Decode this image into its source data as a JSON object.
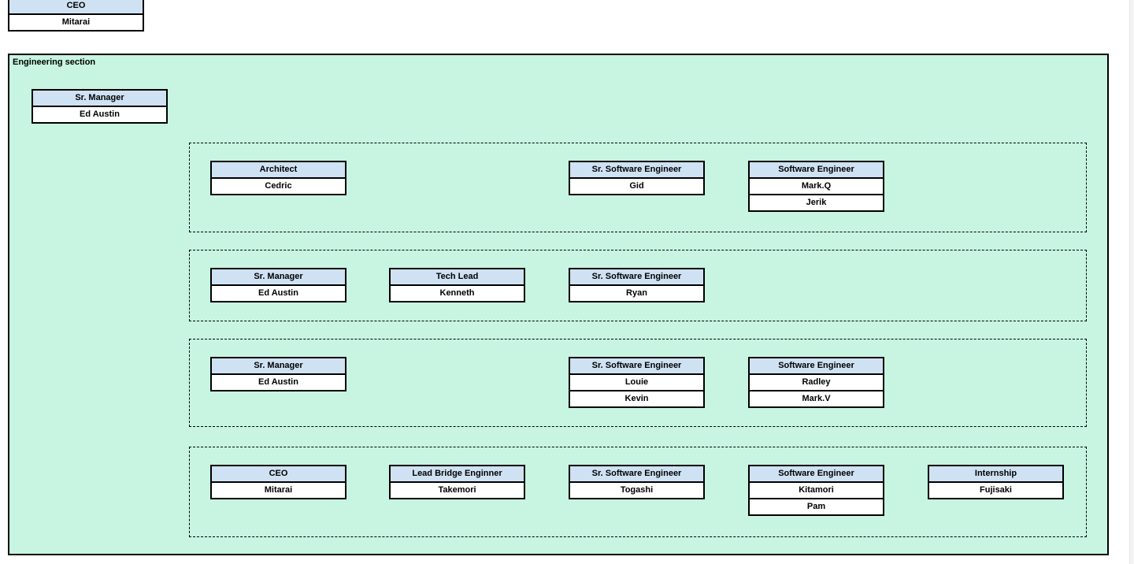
{
  "canvas": {
    "colors": {
      "section_fill": "#c7f5e2",
      "header_fill": "#cfe2f3",
      "row_fill": "#ffffff",
      "border": "#000000"
    }
  },
  "top_box": {
    "title": "CEO",
    "names": [
      "Mitarai"
    ]
  },
  "section": {
    "label": "Engineering section",
    "manager_box": {
      "title": "Sr. Manager",
      "names": [
        "Ed Austin"
      ]
    },
    "groups": [
      {
        "boxes": [
          {
            "col": 1,
            "title": "Architect",
            "names": [
              "Cedric"
            ]
          },
          {
            "col": 3,
            "title": "Sr. Software Engineer",
            "names": [
              "Gid"
            ]
          },
          {
            "col": 4,
            "title": "Software Engineer",
            "names": [
              "Mark.Q",
              "Jerik"
            ]
          }
        ]
      },
      {
        "boxes": [
          {
            "col": 1,
            "title": "Sr. Manager",
            "names": [
              "Ed Austin"
            ]
          },
          {
            "col": 2,
            "title": "Tech Lead",
            "names": [
              "Kenneth"
            ]
          },
          {
            "col": 3,
            "title": "Sr. Software Engineer",
            "names": [
              "Ryan"
            ]
          }
        ]
      },
      {
        "boxes": [
          {
            "col": 1,
            "title": "Sr. Manager",
            "names": [
              "Ed Austin"
            ]
          },
          {
            "col": 3,
            "title": "Sr. Software Engineer",
            "names": [
              "Louie",
              "Kevin"
            ]
          },
          {
            "col": 4,
            "title": "Software Engineer",
            "names": [
              "Radley",
              "Mark.V"
            ]
          }
        ]
      },
      {
        "boxes": [
          {
            "col": 1,
            "title": "CEO",
            "names": [
              "Mitarai"
            ]
          },
          {
            "col": 2,
            "title": "Lead Bridge Enginner",
            "names": [
              "Takemori"
            ]
          },
          {
            "col": 3,
            "title": "Sr. Software Engineer",
            "names": [
              "Togashi"
            ]
          },
          {
            "col": 4,
            "title": "Software Engineer",
            "names": [
              "Kitamori",
              "Pam"
            ]
          },
          {
            "col": 5,
            "title": "Internship",
            "names": [
              "Fujisaki"
            ]
          }
        ]
      }
    ]
  }
}
